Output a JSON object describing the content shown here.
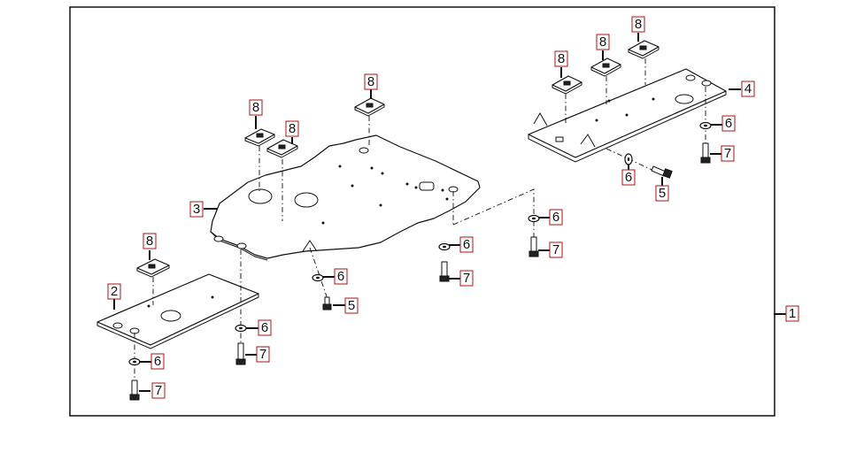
{
  "labels": {
    "assembly": "1",
    "plate_front_left": "2",
    "plate_center": "3",
    "plate_rear_right": "4",
    "screw": "5",
    "washer": "6",
    "bolt": "7",
    "clip_nut": "8"
  },
  "colors": {
    "callout_border": "#b01010",
    "line": "#111111",
    "background": "#ffffff"
  }
}
